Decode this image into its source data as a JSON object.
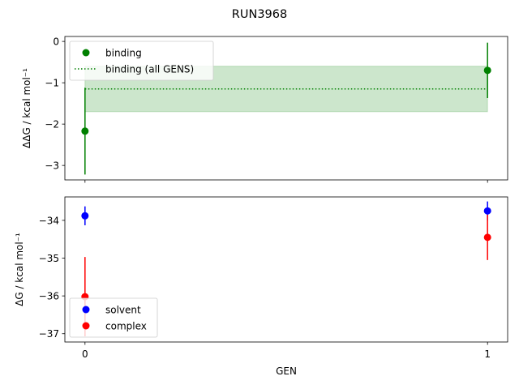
{
  "title": "RUN3968",
  "colors": {
    "binding": "#008000",
    "band": "#008000",
    "solvent": "#0000ff",
    "complex": "#ff0000"
  },
  "chart_data": [
    {
      "type": "scatter",
      "ylabel": "ΔΔG / kcal mol⁻¹",
      "ylim": [
        -3.35,
        0.12
      ],
      "yticks": [
        0,
        -1,
        -2,
        -3
      ],
      "xlim": [
        -0.05,
        1.05
      ],
      "show_xtick_labels": false,
      "legend_position": "upper left",
      "series": [
        {
          "name": "binding",
          "kind": "errorbar",
          "color": "#008000",
          "x": [
            0,
            1
          ],
          "y": [
            -2.17,
            -0.7
          ],
          "yerr": [
            1.05,
            0.67
          ]
        },
        {
          "name": "binding (all GENS)",
          "kind": "hline_band",
          "color": "#008000",
          "x_range": [
            0,
            1
          ],
          "y": -1.15,
          "band": [
            -1.7,
            -0.6
          ]
        }
      ]
    },
    {
      "type": "scatter",
      "xlabel": "GEN",
      "ylabel": "ΔG / kcal mol⁻¹",
      "ylim": [
        -37.22,
        -33.38
      ],
      "yticks": [
        -34,
        -35,
        -36,
        -37
      ],
      "xlim": [
        -0.05,
        1.05
      ],
      "xticks": [
        0,
        1
      ],
      "legend_position": "lower left",
      "series": [
        {
          "name": "solvent",
          "kind": "errorbar",
          "color": "#0000ff",
          "x": [
            0,
            1
          ],
          "y": [
            -33.88,
            -33.75
          ],
          "yerr": [
            0.25,
            0.25
          ]
        },
        {
          "name": "complex",
          "kind": "errorbar",
          "color": "#ff0000",
          "x": [
            0,
            1
          ],
          "y": [
            -36.02,
            -34.45
          ],
          "yerr": [
            1.05,
            0.6
          ]
        }
      ]
    }
  ]
}
